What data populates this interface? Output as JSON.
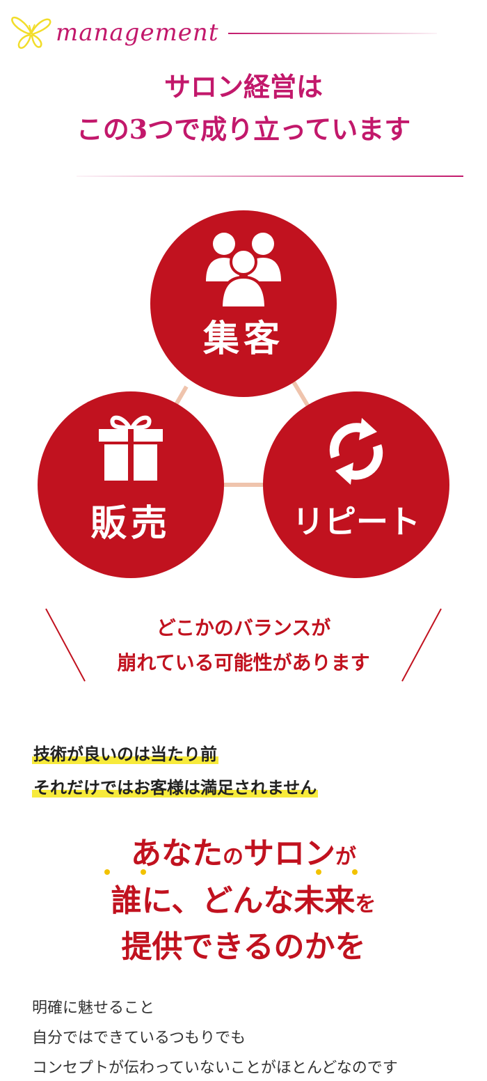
{
  "header": {
    "eyebrow": "management",
    "title_line1": "サロン経営は",
    "title_line2": "この3つで成り立っています"
  },
  "pillars": {
    "top": {
      "label": "集客",
      "icon": "people-group-icon"
    },
    "left": {
      "label": "販売",
      "icon": "gift-icon"
    },
    "right": {
      "label": "リピート",
      "icon": "refresh-cycle-icon"
    }
  },
  "balance": {
    "line1": "どこかのバランスが",
    "line2": "崩れている可能性があります"
  },
  "highlight": {
    "line1": "技術が良いのは当たり前",
    "line2": "それだけではお客様は満足されません"
  },
  "message": {
    "l1_a": "あなた",
    "l1_b": "の",
    "l1_c": "サロン",
    "l1_d": "が",
    "l2_a": "誰に、どんな未来",
    "l2_b": "を",
    "l3_a": "提供できるのかを"
  },
  "body": {
    "line1": "明確に魅せること",
    "line2": "自分ではできているつもりでも",
    "line3": "コンセプトが伝わっていないことがほとんどなのです"
  },
  "colors": {
    "brand_pink": "#c2186b",
    "circle_red": "#c1121f",
    "highlight_yellow": "#f7ea3b",
    "connector_peach": "#efc4ad"
  }
}
